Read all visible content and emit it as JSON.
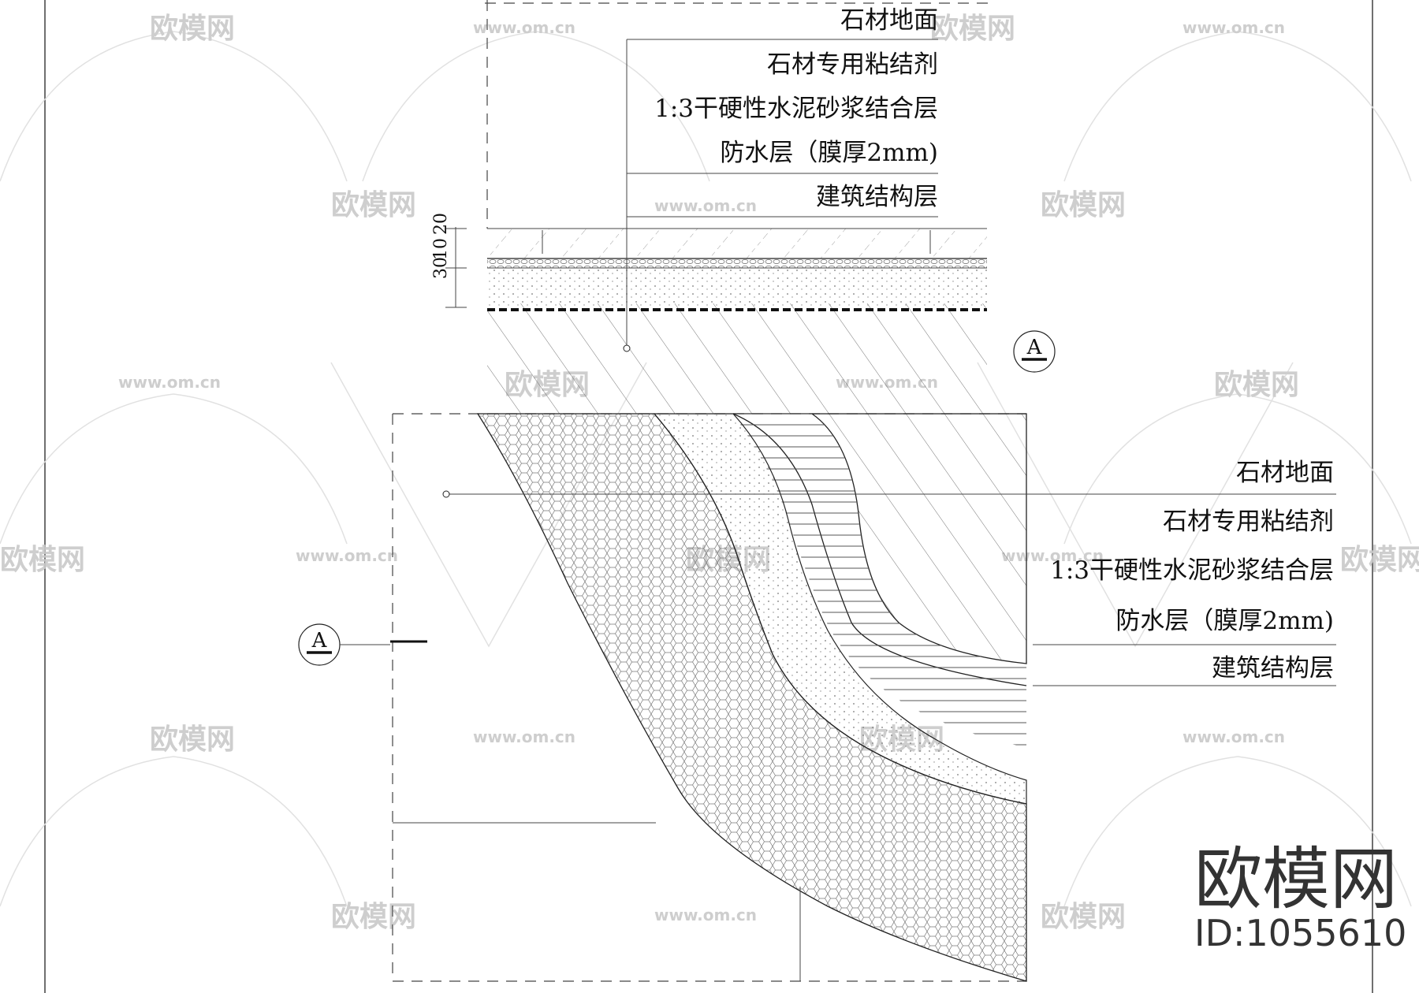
{
  "watermark": {
    "brand": "欧模网",
    "url": "www.om.cn"
  },
  "top_section": {
    "labels": [
      "石材地面",
      "石材专用粘结剂",
      "1:3干硬性水泥砂浆结合层",
      "防水层（膜厚2mm)",
      "建筑结构层"
    ],
    "dimensions": [
      "20",
      "30",
      "10"
    ]
  },
  "bottom_section": {
    "labels": [
      "石材地面",
      "石材专用粘结剂",
      "1:3干硬性水泥砂浆结合层",
      "防水层（膜厚2mm)",
      "建筑结构层"
    ]
  },
  "section_marks": {
    "top": "A",
    "left": "A"
  },
  "brand_stamp": {
    "name": "欧模网",
    "id": "ID:1055610"
  },
  "colors": {
    "line": "#222222",
    "watermark": "#c9c9c9",
    "background": "#ffffff"
  }
}
